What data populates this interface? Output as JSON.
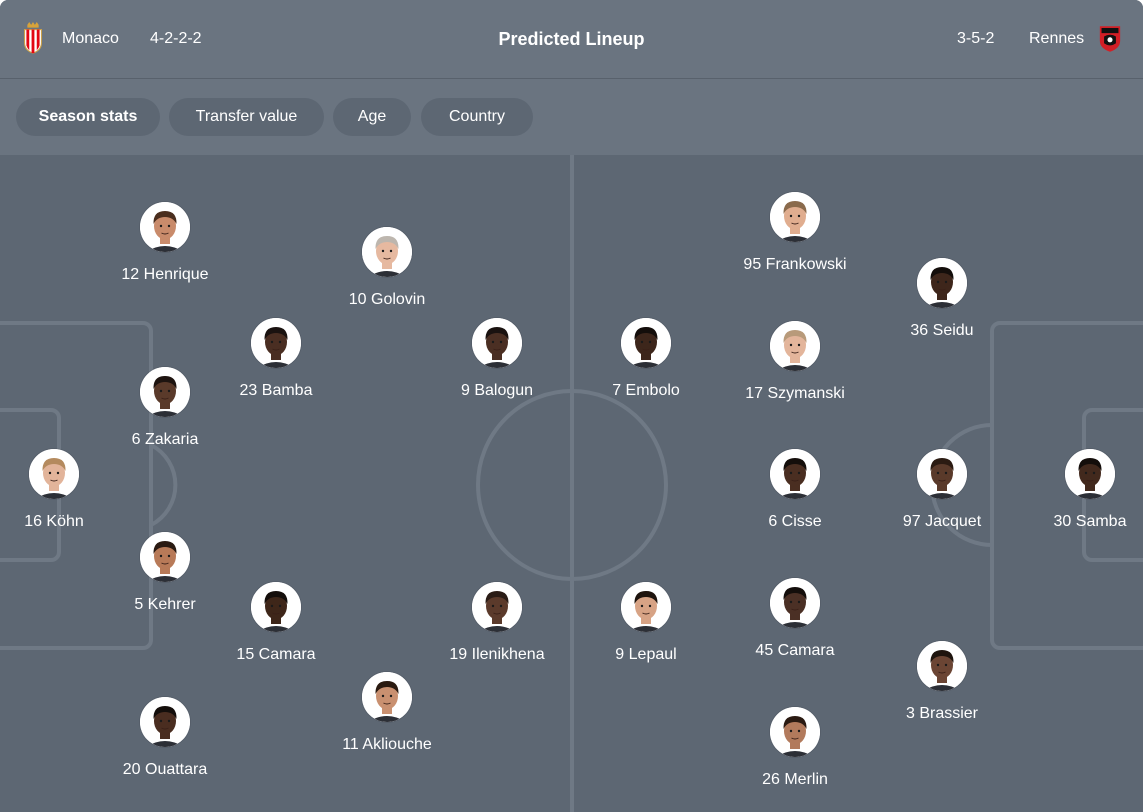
{
  "header": {
    "title": "Predicted Lineup",
    "home": {
      "name": "Monaco",
      "formation": "4-2-2-2"
    },
    "away": {
      "name": "Rennes",
      "formation": "3-5-2"
    }
  },
  "filters": [
    {
      "label": "Season stats",
      "active": true
    },
    {
      "label": "Transfer value",
      "active": false
    },
    {
      "label": "Age",
      "active": false
    },
    {
      "label": "Country",
      "active": false
    }
  ],
  "colors": {
    "background": "#5d6773",
    "header": "#6a7480",
    "pitch_lines": "#6f7985",
    "monaco_red": "#e30613",
    "rennes_red": "#d21f26"
  },
  "players": {
    "home": [
      {
        "number": "12",
        "name": "Henrique",
        "label": "12 Henrique",
        "skin": "#c98b6b",
        "hair": "#4a2e1e"
      },
      {
        "number": "10",
        "name": "Golovin",
        "label": "10 Golovin",
        "skin": "#e6b9a0",
        "hair": "#bdb6ae"
      },
      {
        "number": "23",
        "name": "Bamba",
        "label": "23 Bamba",
        "skin": "#4a2e22",
        "hair": "#1a1210"
      },
      {
        "number": "9",
        "name": "Balogun",
        "label": "9 Balogun",
        "skin": "#4b2f23",
        "hair": "#1a1210"
      },
      {
        "number": "6",
        "name": "Zakaria",
        "label": "6 Zakaria",
        "skin": "#5a3a2a",
        "hair": "#1e1410"
      },
      {
        "number": "16",
        "name": "Köhn",
        "label": "16 Köhn",
        "skin": "#e2b49a",
        "hair": "#b48a5e"
      },
      {
        "number": "5",
        "name": "Kehrer",
        "label": "5 Kehrer",
        "skin": "#b87a58",
        "hair": "#2a1a12"
      },
      {
        "number": "15",
        "name": "Camara",
        "label": "15 Camara",
        "skin": "#3e2619",
        "hair": "#140e0b"
      },
      {
        "number": "19",
        "name": "Ilenikhena",
        "label": "19 Ilenikhena",
        "skin": "#5b3a2b",
        "hair": "#2a1c16"
      },
      {
        "number": "20",
        "name": "Ouattara",
        "label": "20 Ouattara",
        "skin": "#4a2d20",
        "hair": "#140e0b"
      },
      {
        "number": "11",
        "name": "Akliouche",
        "label": "11 Akliouche",
        "skin": "#c99070",
        "hair": "#2a1a10"
      }
    ],
    "away": [
      {
        "number": "95",
        "name": "Frankowski",
        "label": "95 Frankowski",
        "skin": "#e0ad8f",
        "hair": "#8a6a4c"
      },
      {
        "number": "36",
        "name": "Seidu",
        "label": "36 Seidu",
        "skin": "#3e261b",
        "hair": "#140e0b"
      },
      {
        "number": "7",
        "name": "Embolo",
        "label": "7 Embolo",
        "skin": "#3d261b",
        "hair": "#140e0b"
      },
      {
        "number": "17",
        "name": "Szymanski",
        "label": "17 Szymanski",
        "skin": "#e3b59b",
        "hair": "#b89a7a"
      },
      {
        "number": "6",
        "name": "Cisse",
        "label": "6 Cisse",
        "skin": "#4a2e21",
        "hair": "#140e0b"
      },
      {
        "number": "97",
        "name": "Jacquet",
        "label": "97 Jacquet",
        "skin": "#5a3a2a",
        "hair": "#2b1b12"
      },
      {
        "number": "30",
        "name": "Samba",
        "label": "30 Samba",
        "skin": "#42291d",
        "hair": "#140e0b"
      },
      {
        "number": "9",
        "name": "Lepaul",
        "label": "9 Lepaul",
        "skin": "#d7a385",
        "hair": "#1e140e"
      },
      {
        "number": "45",
        "name": "Camara",
        "label": "45 Camara",
        "skin": "#4b3025",
        "hair": "#140e0b"
      },
      {
        "number": "3",
        "name": "Brassier",
        "label": "3 Brassier",
        "skin": "#6b4534",
        "hair": "#1e140e"
      },
      {
        "number": "26",
        "name": "Merlin",
        "label": "26 Merlin",
        "skin": "#b27a5c",
        "hair": "#2a1a12"
      }
    ]
  }
}
